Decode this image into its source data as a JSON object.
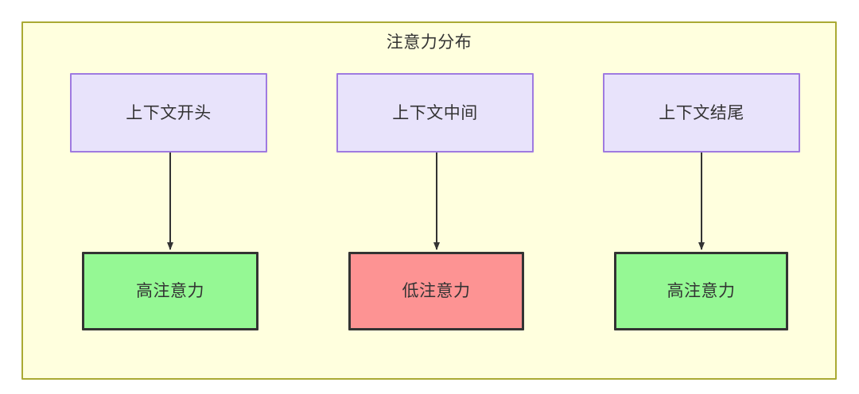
{
  "diagram": {
    "title": "注意力分布",
    "background_color": "#ffffde",
    "border_color": "#aaaa33",
    "columns": [
      {
        "source": {
          "label": "上下文开头",
          "fill": "#e8e3fb",
          "stroke": "#9f7ae0"
        },
        "target": {
          "label": "高注意力",
          "fill": "#95f894",
          "stroke": "#333333",
          "state": "high"
        },
        "edge": {
          "from": "上下文开头",
          "to": "高注意力",
          "label": ""
        }
      },
      {
        "source": {
          "label": "上下文中间",
          "fill": "#e8e3fb",
          "stroke": "#9f7ae0"
        },
        "target": {
          "label": "低注意力",
          "fill": "#fd9393",
          "stroke": "#333333",
          "state": "low"
        },
        "edge": {
          "from": "上下文中间",
          "to": "低注意力",
          "label": ""
        }
      },
      {
        "source": {
          "label": "上下文结尾",
          "fill": "#e8e3fb",
          "stroke": "#9f7ae0"
        },
        "target": {
          "label": "高注意力",
          "fill": "#95f894",
          "stroke": "#333333",
          "state": "high"
        },
        "edge": {
          "from": "上下文结尾",
          "to": "高注意力",
          "label": ""
        }
      }
    ]
  }
}
